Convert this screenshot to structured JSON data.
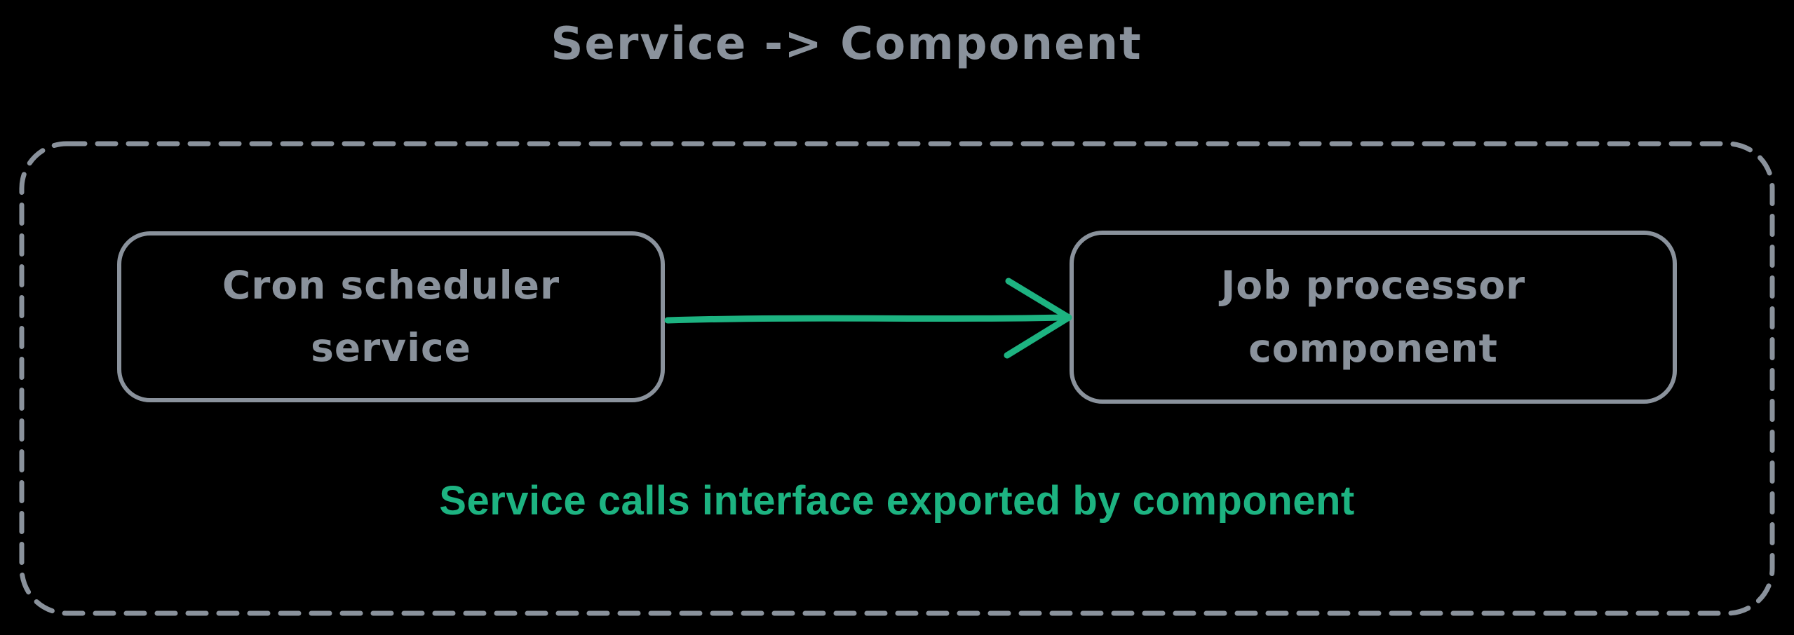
{
  "diagram": {
    "title": "Service -> Component",
    "nodes": [
      {
        "id": "cron-scheduler-service",
        "lines": [
          "Cron scheduler",
          "service"
        ]
      },
      {
        "id": "job-processor-component",
        "lines": [
          "Job processor",
          "component"
        ]
      }
    ],
    "edge": {
      "from": "cron-scheduler-service",
      "to": "job-processor-component",
      "direction": "right",
      "label": "Service calls interface exported by component"
    },
    "colors": {
      "background": "#000000",
      "stroke": "#8a929c",
      "accent": "#1db381"
    }
  }
}
